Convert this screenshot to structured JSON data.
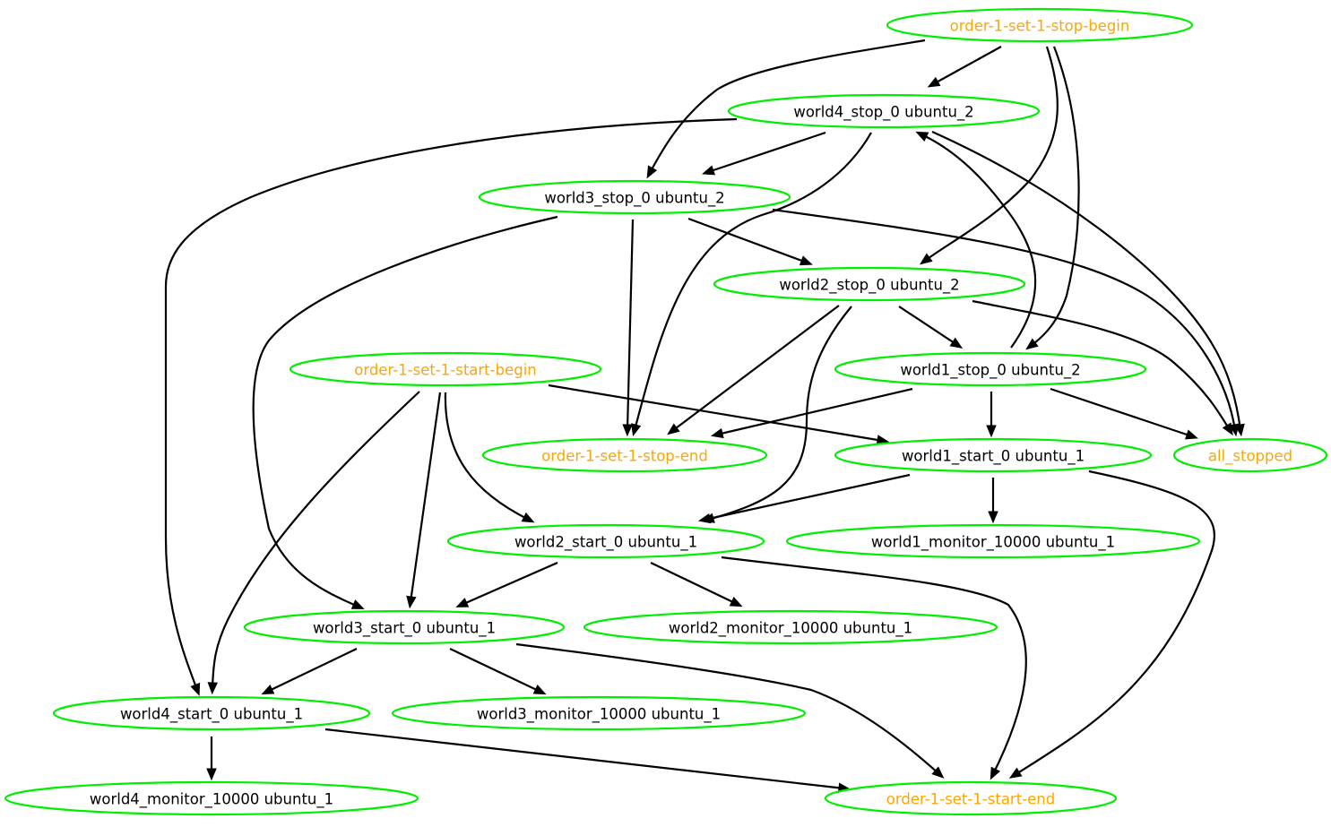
{
  "graph": {
    "type": "directed-graph",
    "colors": {
      "node_border": "#00ee00",
      "resource_text": "#000000",
      "ordering_text": "#ffa500",
      "edge": "#000000",
      "background": "#ffffff"
    },
    "nodes": [
      {
        "id": "stop_begin",
        "label": "order-1-set-1-stop-begin",
        "kind": "ordering"
      },
      {
        "id": "w4_stop",
        "label": "world4_stop_0 ubuntu_2",
        "kind": "resource"
      },
      {
        "id": "w3_stop",
        "label": "world3_stop_0 ubuntu_2",
        "kind": "resource"
      },
      {
        "id": "w2_stop",
        "label": "world2_stop_0 ubuntu_2",
        "kind": "resource"
      },
      {
        "id": "start_begin",
        "label": "order-1-set-1-start-begin",
        "kind": "ordering"
      },
      {
        "id": "w1_stop",
        "label": "world1_stop_0 ubuntu_2",
        "kind": "resource"
      },
      {
        "id": "stop_end",
        "label": "order-1-set-1-stop-end",
        "kind": "ordering"
      },
      {
        "id": "w1_start",
        "label": "world1_start_0 ubuntu_1",
        "kind": "resource"
      },
      {
        "id": "all_stopped",
        "label": "all_stopped",
        "kind": "ordering"
      },
      {
        "id": "w2_start",
        "label": "world2_start_0 ubuntu_1",
        "kind": "resource"
      },
      {
        "id": "w1_mon",
        "label": "world1_monitor_10000 ubuntu_1",
        "kind": "resource"
      },
      {
        "id": "w3_start",
        "label": "world3_start_0 ubuntu_1",
        "kind": "resource"
      },
      {
        "id": "w2_mon",
        "label": "world2_monitor_10000 ubuntu_1",
        "kind": "resource"
      },
      {
        "id": "w4_start",
        "label": "world4_start_0 ubuntu_1",
        "kind": "resource"
      },
      {
        "id": "w3_mon",
        "label": "world3_monitor_10000 ubuntu_1",
        "kind": "resource"
      },
      {
        "id": "w4_mon",
        "label": "world4_monitor_10000 ubuntu_1",
        "kind": "resource"
      },
      {
        "id": "start_end",
        "label": "order-1-set-1-start-end",
        "kind": "ordering"
      }
    ],
    "edges": [
      {
        "from": "stop_begin",
        "to": "w4_stop"
      },
      {
        "from": "stop_begin",
        "to": "w3_stop"
      },
      {
        "from": "stop_begin",
        "to": "w2_stop"
      },
      {
        "from": "stop_begin",
        "to": "w1_stop"
      },
      {
        "from": "w4_stop",
        "to": "w3_stop"
      },
      {
        "from": "w4_stop",
        "to": "stop_end"
      },
      {
        "from": "w4_stop",
        "to": "all_stopped"
      },
      {
        "from": "w4_stop",
        "to": "w4_start"
      },
      {
        "from": "w3_stop",
        "to": "w2_stop"
      },
      {
        "from": "w3_stop",
        "to": "stop_end"
      },
      {
        "from": "w3_stop",
        "to": "all_stopped"
      },
      {
        "from": "w3_stop",
        "to": "w3_start"
      },
      {
        "from": "w2_stop",
        "to": "w1_stop"
      },
      {
        "from": "w2_stop",
        "to": "stop_end"
      },
      {
        "from": "w2_stop",
        "to": "all_stopped"
      },
      {
        "from": "w2_stop",
        "to": "w2_start"
      },
      {
        "from": "w1_stop",
        "to": "w4_stop"
      },
      {
        "from": "w1_stop",
        "to": "stop_end"
      },
      {
        "from": "w1_stop",
        "to": "all_stopped"
      },
      {
        "from": "w1_stop",
        "to": "w1_start"
      },
      {
        "from": "start_begin",
        "to": "w1_start"
      },
      {
        "from": "start_begin",
        "to": "w2_start"
      },
      {
        "from": "start_begin",
        "to": "w3_start"
      },
      {
        "from": "start_begin",
        "to": "w4_start"
      },
      {
        "from": "w1_start",
        "to": "w2_start"
      },
      {
        "from": "w1_start",
        "to": "w1_mon"
      },
      {
        "from": "w1_start",
        "to": "start_end"
      },
      {
        "from": "w2_start",
        "to": "w3_start"
      },
      {
        "from": "w2_start",
        "to": "w2_mon"
      },
      {
        "from": "w2_start",
        "to": "start_end"
      },
      {
        "from": "w3_start",
        "to": "w4_start"
      },
      {
        "from": "w3_start",
        "to": "w3_mon"
      },
      {
        "from": "w3_start",
        "to": "start_end"
      },
      {
        "from": "w4_start",
        "to": "w4_mon"
      },
      {
        "from": "w4_start",
        "to": "start_end"
      }
    ]
  }
}
